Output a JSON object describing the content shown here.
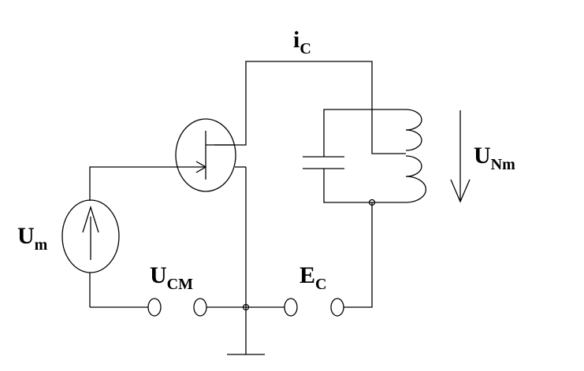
{
  "labels": {
    "ic": {
      "main": "i",
      "sub": "C"
    },
    "unm": {
      "main": "U",
      "sub": "Nm"
    },
    "um": {
      "main": "U",
      "sub": "m"
    },
    "ucm": {
      "main": "U",
      "sub": "CM"
    },
    "ec": {
      "main": "E",
      "sub": "C"
    }
  }
}
